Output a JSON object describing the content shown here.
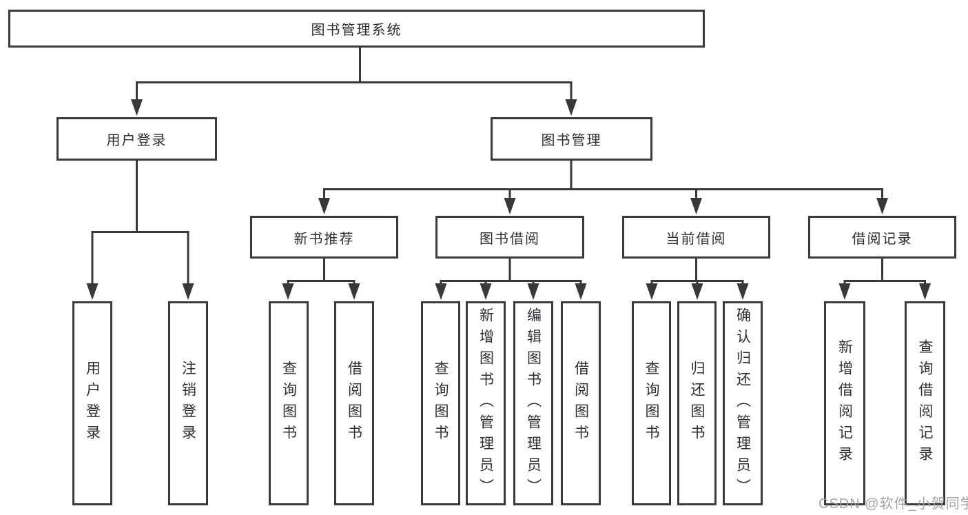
{
  "tree": {
    "root": {
      "label": "图书管理系统"
    },
    "user_login": {
      "label": "用户登录",
      "children": [
        "用户登录",
        "注销登录"
      ]
    },
    "book_management": {
      "label": "图书管理",
      "sections": [
        {
          "label": "新书推荐",
          "children": [
            "查询图书",
            "借阅图书"
          ]
        },
        {
          "label": "图书借阅",
          "children": [
            "查询图书",
            "新增图书（管理员）",
            "编辑图书（管理员）",
            "借阅图书"
          ]
        },
        {
          "label": "当前借阅",
          "children": [
            "查询图书",
            "归还图书",
            "确认归还（管理员）"
          ]
        },
        {
          "label": "借阅记录",
          "children": [
            "新增借阅记录",
            "查询借阅记录"
          ]
        }
      ]
    }
  },
  "watermark": {
    "text": "CSDN @软件_小贺同学"
  },
  "colors": {
    "line": "#383838",
    "box_border": "#3a3a3a",
    "text": "#2e2e33",
    "watermark": "#9d9d9d",
    "background": "#ffffff"
  }
}
